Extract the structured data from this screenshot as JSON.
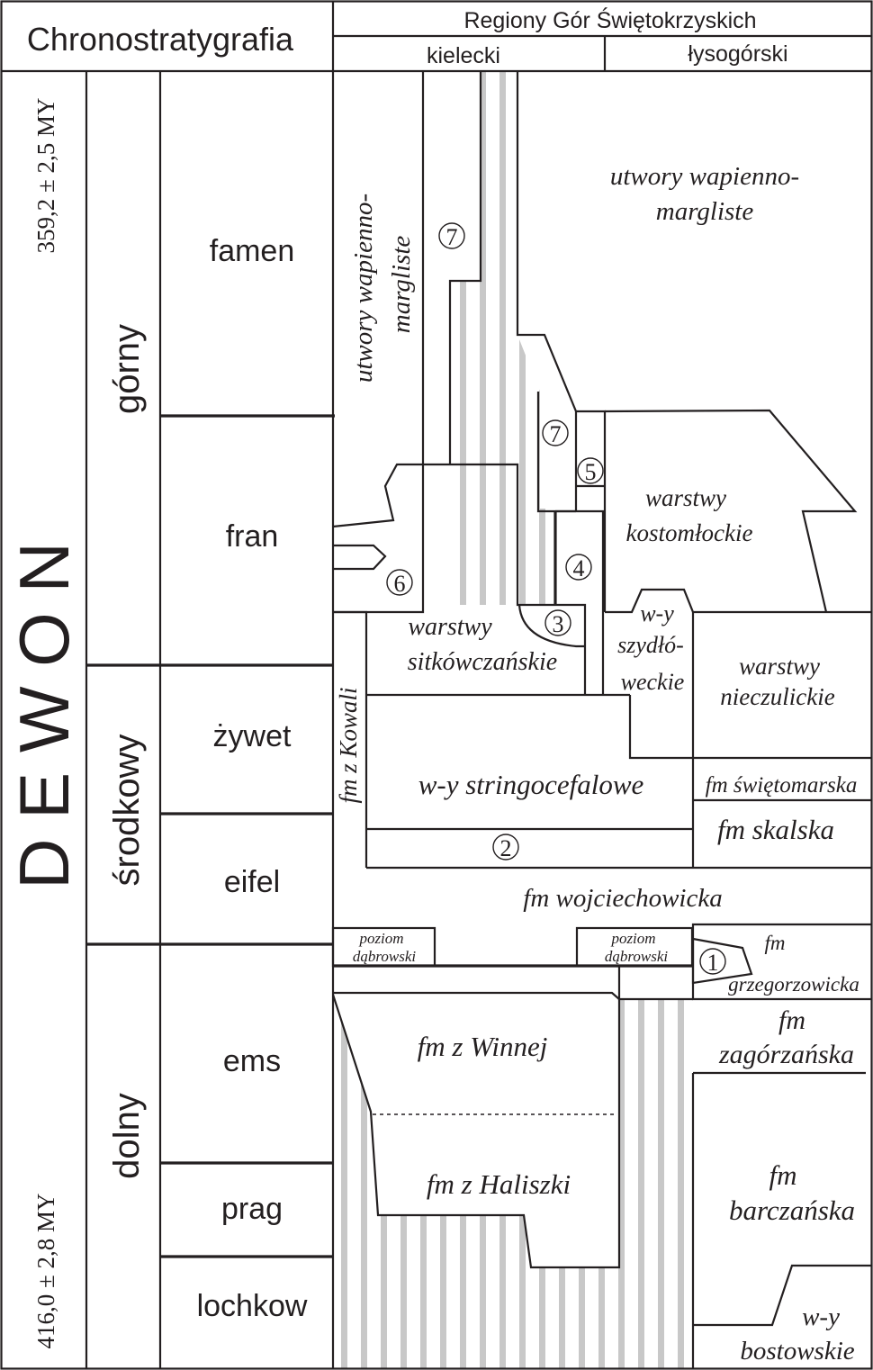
{
  "header": {
    "chrono": "Chronostratygrafia",
    "regions": "Regiony Gór Świętokrzyskich",
    "kielecki": "kielecki",
    "lysogorski": "łysogórski"
  },
  "system": {
    "name": "D E W O N",
    "top_age": "359,2 ± 2,5 MY",
    "bottom_age": "416,0 ± 2,8 MY"
  },
  "series": {
    "gorny": "górny",
    "srodkowy": "środkowy",
    "dolny": "dolny"
  },
  "stages": {
    "famen": "famen",
    "fran": "fran",
    "zywet": "żywet",
    "eifel": "eifel",
    "ems": "ems",
    "prag": "prag",
    "lochkow": "lochkow"
  },
  "units": {
    "wap_kiel_1": "utwory wapienno-",
    "wap_kiel_2": "margliste",
    "wap_lys_1": "utwory wapienno-",
    "wap_lys_2": "margliste",
    "kostom_1": "warstwy",
    "kostom_2": "kostomłockie",
    "sitk_1": "warstwy",
    "sitk_2": "sitkówczańskie",
    "szyd_1": "w-y",
    "szyd_2": "szydłó-",
    "szyd_3": "weckie",
    "niecz_1": "warstwy",
    "niecz_2": "nieczulickie",
    "kowali": "fm z Kowali",
    "stringo": "w-y stringocefalowe",
    "swieto": "fm świętomarska",
    "skalska": "fm skalska",
    "wojc": "fm wojciechowicka",
    "poz1_1": "poziom",
    "poz1_2": "dąbrowski",
    "poz2_1": "poziom",
    "poz2_2": "dąbrowski",
    "grzeg_1": "fm",
    "grzeg_2": "grzegorzowicka",
    "winnej": "fm z Winnej",
    "haliszki": "fm z Haliszki",
    "zagorz_1": "fm",
    "zagorz_2": "zagórzańska",
    "barcz_1": "fm",
    "barcz_2": "barczańska",
    "bost_1": "w-y",
    "bost_2": "bostowskie"
  },
  "markers": {
    "m1": "1",
    "m2": "2",
    "m3": "3",
    "m4": "4",
    "m5": "5",
    "m6": "6",
    "m7a": "7",
    "m7b": "7"
  },
  "colors": {
    "line": "#231f20",
    "stripe": "#c8c8c8",
    "background": "#ffffff"
  }
}
